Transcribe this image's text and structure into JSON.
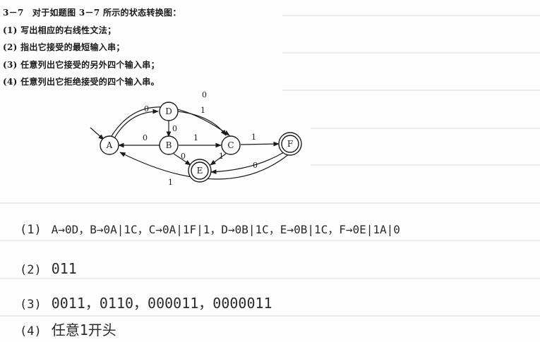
{
  "question": {
    "header": "3－7　对于如题图 3－7 所示的状态转换图：",
    "items": [
      "(1) 写出相应的右线性文法；",
      "(2) 指出它接受的最短输入串；",
      "(3) 任意列出它接受的另外四个输入串；",
      "(4) 任意列出它拒绝接受的四个输入串。"
    ]
  },
  "diagram": {
    "nodes": [
      {
        "id": "A",
        "label": "A",
        "start": true,
        "final": false
      },
      {
        "id": "D",
        "label": "D",
        "start": false,
        "final": false
      },
      {
        "id": "B",
        "label": "B",
        "start": false,
        "final": false
      },
      {
        "id": "C",
        "label": "C",
        "start": false,
        "final": false
      },
      {
        "id": "E",
        "label": "E",
        "start": false,
        "final": true
      },
      {
        "id": "F",
        "label": "F",
        "start": false,
        "final": true
      }
    ],
    "edges": [
      {
        "from": "A",
        "to": "D",
        "label": "0"
      },
      {
        "from": "D",
        "to": "C",
        "label": "1"
      },
      {
        "from": "D",
        "to": "B",
        "label": "0"
      },
      {
        "from": "B",
        "to": "A",
        "label": "0"
      },
      {
        "from": "B",
        "to": "C",
        "label": "1"
      },
      {
        "from": "B",
        "to": "E",
        "label": "0"
      },
      {
        "from": "C",
        "to": "E",
        "label": "1"
      },
      {
        "from": "C",
        "to": "F",
        "label": "1"
      },
      {
        "from": "A",
        "to": "C",
        "label": "0"
      },
      {
        "from": "F",
        "to": "E",
        "label": "0"
      },
      {
        "from": "F",
        "to": "A",
        "label": "1"
      }
    ]
  },
  "answers": [
    {
      "num": "(1)",
      "text": "A→0D，B→0A|1C，C→0A|1F|1，D→0B|1C，E→0B|1C，F→0E|1A|0"
    },
    {
      "num": "(2)",
      "text": "011"
    },
    {
      "num": "(3)",
      "text": "0011，0110，000011，0000011"
    },
    {
      "num": "(4)",
      "text": "任意1开头"
    }
  ]
}
